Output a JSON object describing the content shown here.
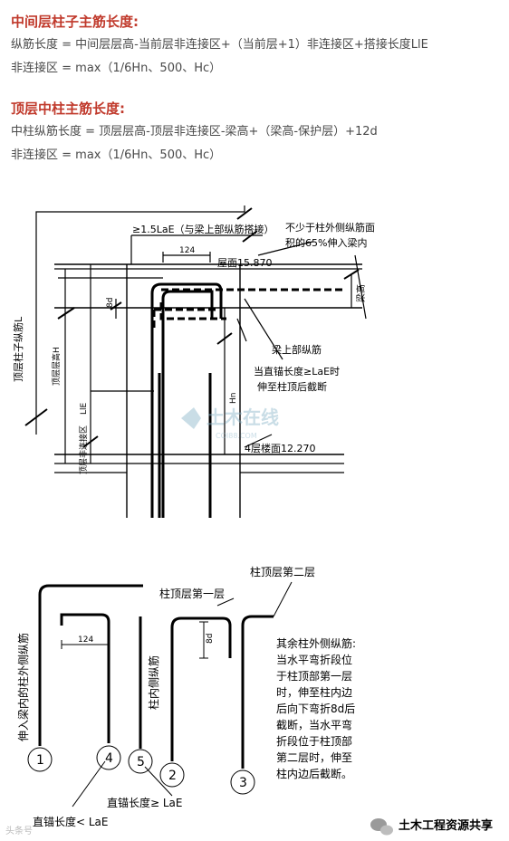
{
  "section1": {
    "title": "中间层柱子主筋长度:",
    "formula1": "纵筋长度 = 中间层层高-当前层非连接区+（当前层+1）非连接区+搭接长度LlE",
    "formula2": "非连接区 = max（1/6Hn、500、Hc）"
  },
  "section2": {
    "title": "顶层中柱主筋长度:",
    "formula1": "中柱纵筋长度 = 顶层层高-顶层非连接区-梁高+（梁高-保护层）+12d",
    "formula2": "非连接区 = max（1/6Hn、500、Hc）"
  },
  "diagram1": {
    "label_15lae": "≥1.5LaE（与梁上部纵筋搭接）",
    "label_not_less": "不少于柱外侧纵筋面",
    "label_65pct": "积的65%伸入梁内",
    "dim_124": "124",
    "label_roof": "屋面15.870",
    "dim_8d": "8d",
    "label_beam_height": "梁高",
    "label_beam_top_bar": "梁上部纵筋",
    "label_anchor1": "当直锚长度≥LaE时",
    "label_anchor2": "伸至柱顶后截断",
    "label_top_col_bar": "顶层柱子纵筋L",
    "label_top_floor_height": "顶层层高H",
    "label_lle": "LlE",
    "label_non_conn": "顶层非连接区",
    "label_floor4": "4层楼面12.270",
    "label_hn": "Hn",
    "watermark_cn": "土木在线",
    "watermark_en": "COI88.COM"
  },
  "diagram2": {
    "label_top2": "柱顶层第二层",
    "label_top1": "柱顶层第一层",
    "label_outer_bar": "伸入梁内的柱外侧纵筋",
    "label_inner_bar": "柱内侧纵筋",
    "dim_124": "124",
    "dim_8d": "8d",
    "num1": "1",
    "num2": "2",
    "num3": "3",
    "num4": "4",
    "num5": "5",
    "label_anchor_ge": "直锚长度≥ LaE",
    "label_anchor_lt": "直锚长度< LaE",
    "note_lines": [
      "其余柱外侧纵筋:",
      "当水平弯折段位",
      "于柱顶部第一层",
      "时，伸至柱内边",
      "后向下弯折8d后",
      "截断，当水平弯",
      "折段位于柱顶部",
      "第二层时，伸至",
      "柱内边后截断。"
    ]
  },
  "footer": {
    "brand": "土木工程资源共享",
    "left_mark": "头条号"
  }
}
